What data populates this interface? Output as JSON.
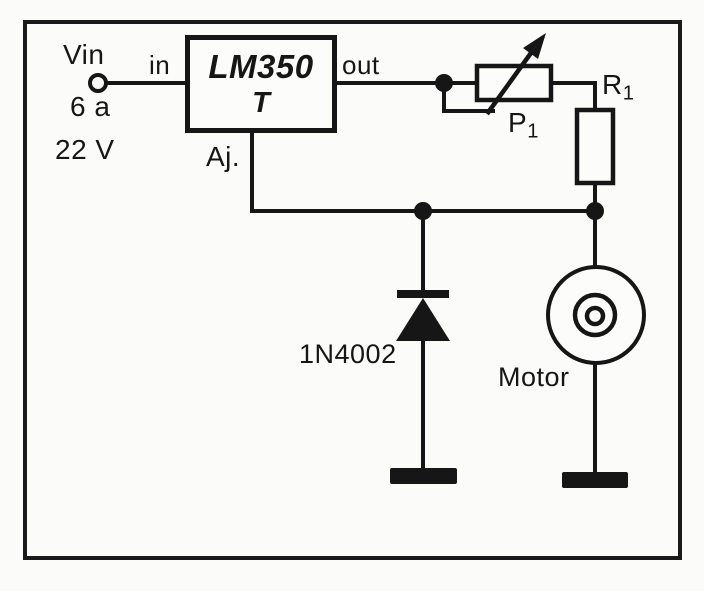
{
  "colors": {
    "ink": "#161616",
    "paper": "#fbfbf9"
  },
  "source": {
    "supply_label": "Vin",
    "supply_range_line1": "6 a",
    "supply_range_line2": "22 V"
  },
  "ic": {
    "name_line1": "LM350",
    "name_line2": "T",
    "pin_in": "in",
    "pin_out": "out",
    "pin_adjust": "Aj."
  },
  "components": {
    "potentiometer": {
      "text": "P",
      "sub": "1"
    },
    "resistor": {
      "text": "R",
      "sub": "1"
    },
    "diode": "1N4002",
    "motor": "Motor"
  }
}
